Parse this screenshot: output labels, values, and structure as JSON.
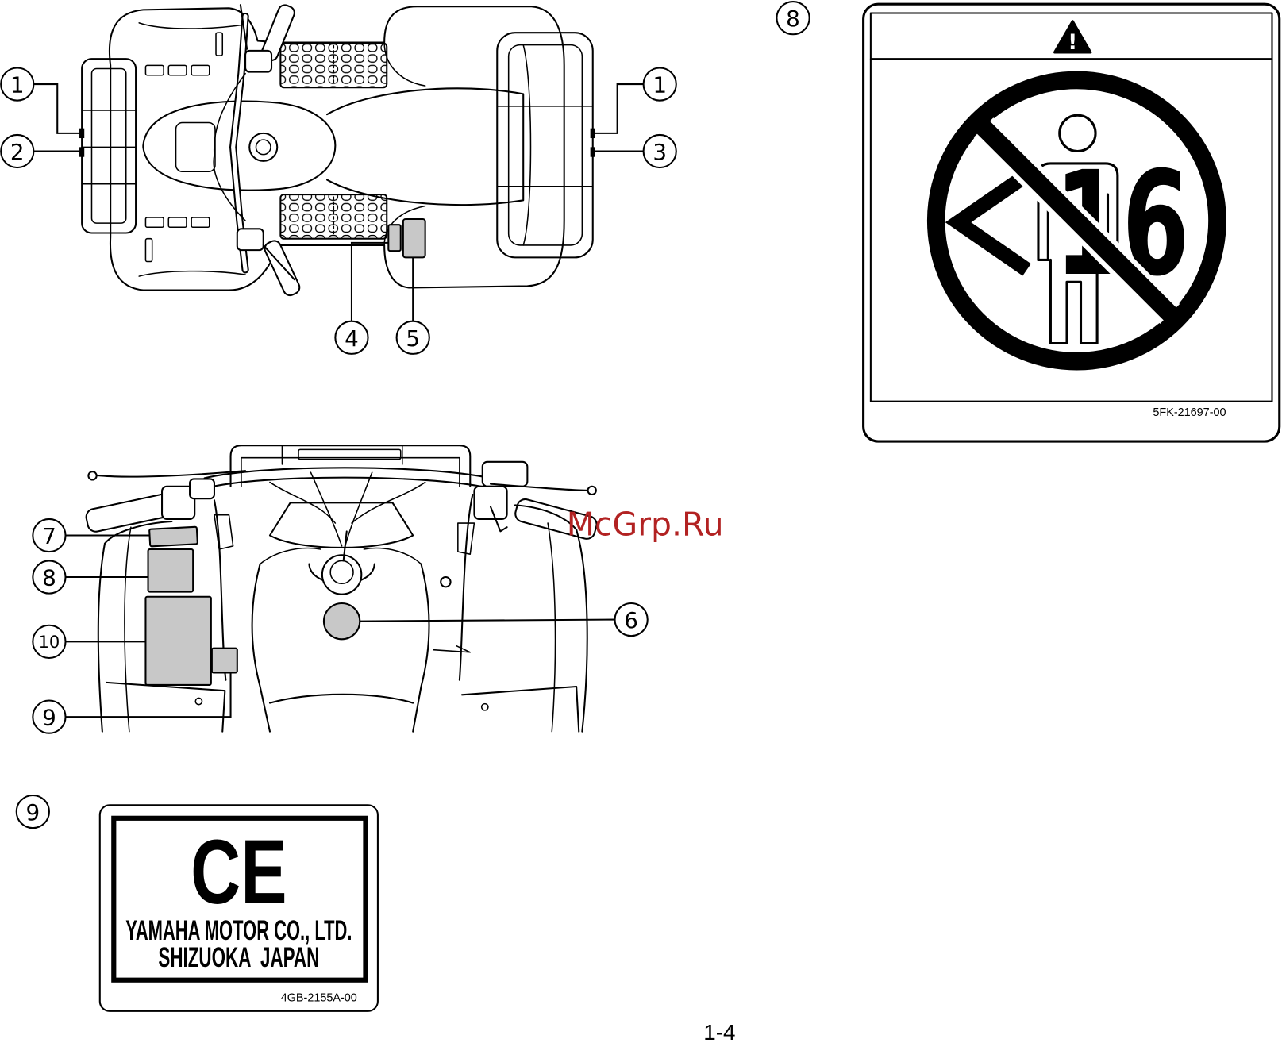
{
  "page_number": "1-4",
  "watermark": "McGrp.Ru",
  "top_view": {
    "callouts": [
      "1",
      "2",
      "1",
      "3",
      "4",
      "5"
    ]
  },
  "front_view": {
    "callouts": [
      "7",
      "8",
      "10",
      "9",
      "6"
    ]
  },
  "warning_label": {
    "callout": "8",
    "warning_symbol": "!",
    "age_limit": "16",
    "part_number": "5FK-21697-00"
  },
  "ce_label": {
    "callout": "9",
    "mark": "CE",
    "line1": "YAMAHA MOTOR CO., LTD.",
    "line2": "SHIZUOKA  JAPAN",
    "part_number": "4GB-2155A-00"
  },
  "colors": {
    "ink": "#000000",
    "label_fill": "#c8c8c8",
    "watermark": "#b22222"
  }
}
